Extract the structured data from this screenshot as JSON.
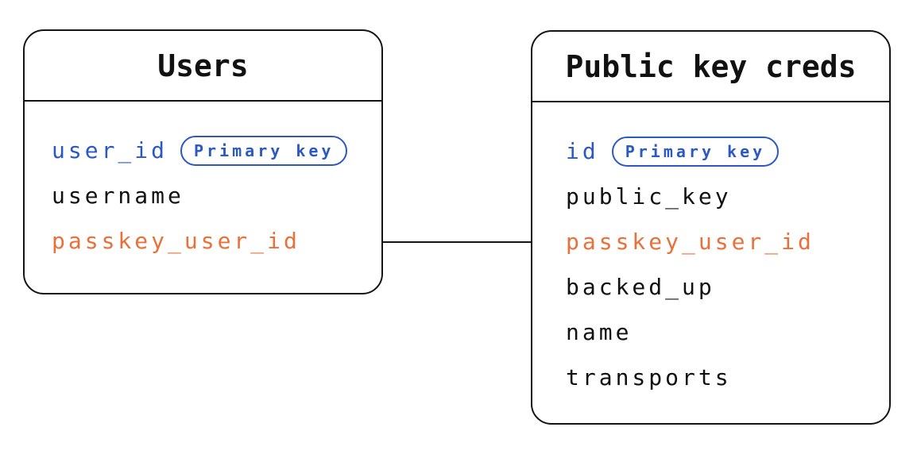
{
  "diagram": {
    "type": "entity-relationship",
    "background": "#ffffff",
    "colors": {
      "primary_key_blue": "#2b58c4",
      "foreign_key_orange": "#ea7039",
      "text_black": "#111111",
      "border_black": "#151515"
    },
    "tables": [
      {
        "title": "Users",
        "fields": [
          {
            "name": "user_id",
            "role": "primary-key",
            "badge": "Primary key"
          },
          {
            "name": "username",
            "role": "normal"
          },
          {
            "name": "passkey_user_id",
            "role": "foreign-key"
          }
        ]
      },
      {
        "title": "Public key creds",
        "fields": [
          {
            "name": "id",
            "role": "primary-key",
            "badge": "Primary key"
          },
          {
            "name": "public_key",
            "role": "normal"
          },
          {
            "name": "passkey_user_id",
            "role": "foreign-key"
          },
          {
            "name": "backed_up",
            "role": "normal"
          },
          {
            "name": "name",
            "role": "normal"
          },
          {
            "name": "transports",
            "role": "normal"
          }
        ]
      }
    ],
    "relationship": {
      "from_table": "Users",
      "from_field": "passkey_user_id",
      "to_table": "Public key creds",
      "to_field": "passkey_user_id"
    }
  }
}
